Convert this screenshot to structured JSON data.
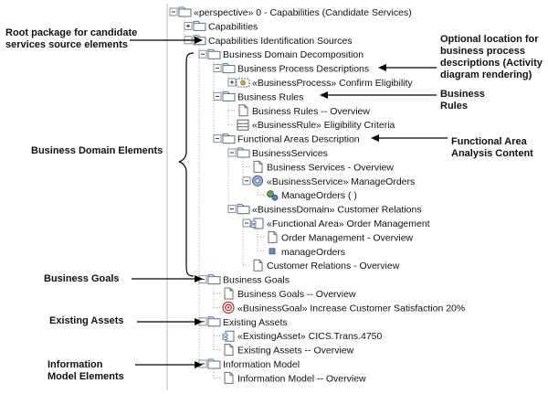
{
  "tree": [
    {
      "label": "«perspective» 0 - Capabilities (Candidate Services)",
      "depth": 0,
      "icon": "folder-icon",
      "toggle": "minus"
    },
    {
      "label": "Capabilities",
      "depth": 1,
      "icon": "folder-icon",
      "toggle": "plus"
    },
    {
      "label": "Capabilities Identification Sources",
      "depth": 1,
      "icon": "folder-icon",
      "toggle": "minus"
    },
    {
      "label": "Business Domain Decomposition",
      "depth": 2,
      "icon": "folder-icon",
      "toggle": "minus"
    },
    {
      "label": "Business Process Descriptions",
      "depth": 3,
      "icon": "folder-icon",
      "toggle": "minus"
    },
    {
      "label": "«BusinessProcess» Confirm Eligibility",
      "depth": 4,
      "icon": "business-process-icon",
      "toggle": "plus"
    },
    {
      "label": "Business Rules",
      "depth": 3,
      "icon": "folder-icon",
      "toggle": "minus"
    },
    {
      "label": "Business Rules -- Overview",
      "depth": 4,
      "icon": "document-icon",
      "toggle": ""
    },
    {
      "label": "«BusinessRule» Eligibility Criteria",
      "depth": 4,
      "icon": "business-rule-icon",
      "toggle": ""
    },
    {
      "label": "Functional Areas Description",
      "depth": 3,
      "icon": "folder-icon",
      "toggle": "minus"
    },
    {
      "label": "BusinessServices",
      "depth": 4,
      "icon": "folder-icon",
      "toggle": "minus"
    },
    {
      "label": "Business Services - Overview",
      "depth": 5,
      "icon": "document-icon",
      "toggle": ""
    },
    {
      "label": "«BusinessService» ManageOrders",
      "depth": 5,
      "icon": "business-service-icon",
      "toggle": "minus"
    },
    {
      "label": "ManageOrders ( )",
      "depth": 6,
      "icon": "operation-icon",
      "toggle": ""
    },
    {
      "label": "«BusinessDomain» Customer Relations",
      "depth": 4,
      "icon": "folder-icon",
      "toggle": "minus"
    },
    {
      "label": "«Functional Area» Order Management",
      "depth": 5,
      "icon": "functional-area-icon",
      "toggle": "minus"
    },
    {
      "label": "Order Management - Overview",
      "depth": 6,
      "icon": "document-icon",
      "toggle": ""
    },
    {
      "label": "manageOrders",
      "depth": 6,
      "icon": "method-icon",
      "toggle": ""
    },
    {
      "label": "Customer Relations - Overview",
      "depth": 5,
      "icon": "document-icon",
      "toggle": ""
    },
    {
      "label": "Business Goals",
      "depth": 2,
      "icon": "folder-icon",
      "toggle": "minus"
    },
    {
      "label": "Business Goals -- Overview",
      "depth": 3,
      "icon": "document-icon",
      "toggle": ""
    },
    {
      "label": "«BusinessGoal» Increase Customer Satisfaction 20%",
      "depth": 3,
      "icon": "target-icon",
      "toggle": ""
    },
    {
      "label": "Existing Assets",
      "depth": 2,
      "icon": "folder-icon",
      "toggle": "minus"
    },
    {
      "label": "«ExistingAsset» CICS.Trans.4750",
      "depth": 3,
      "icon": "component-icon",
      "toggle": ""
    },
    {
      "label": "Existing Assets -- Overview",
      "depth": 3,
      "icon": "document-icon",
      "toggle": ""
    },
    {
      "label": "Information Model",
      "depth": 2,
      "icon": "folder-icon",
      "toggle": "minus"
    },
    {
      "label": "Information Model -- Overview",
      "depth": 3,
      "icon": "document-icon",
      "toggle": ""
    }
  ],
  "annotations": {
    "root_package": [
      "Root package for candidate",
      "services source elements"
    ],
    "optional_location": [
      "Optional location for",
      "business process",
      "descriptions (Activity",
      "diagram rendering)"
    ],
    "business_rules": [
      "Business",
      "Rules"
    ],
    "functional_area": [
      "Functional Area",
      "Analysis Content"
    ],
    "business_domain_elements": [
      "Business Domain Elements"
    ],
    "business_goals": [
      "Business Goals"
    ],
    "existing_assets": [
      "Existing Assets"
    ],
    "information_model": [
      "Information",
      "Model Elements"
    ]
  }
}
